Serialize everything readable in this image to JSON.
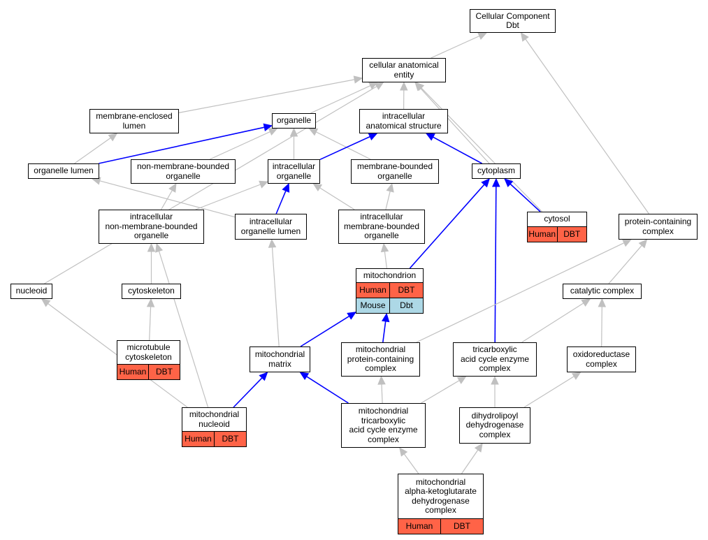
{
  "graph": {
    "nodes": [
      {
        "id": "cc",
        "label": "Cellular Component\nDbt"
      },
      {
        "id": "cae",
        "label": "cellular anatomical\nentity"
      },
      {
        "id": "mel",
        "label": "membrane-enclosed\nlumen"
      },
      {
        "id": "org",
        "label": "organelle"
      },
      {
        "id": "ias",
        "label": "intracellular\nanatomical structure"
      },
      {
        "id": "orgl",
        "label": "organelle lumen"
      },
      {
        "id": "nmbo",
        "label": "non-membrane-bounded\norganelle"
      },
      {
        "id": "io",
        "label": "intracellular\norganelle"
      },
      {
        "id": "mbo",
        "label": "membrane-bounded\norganelle"
      },
      {
        "id": "cyto",
        "label": "cytoplasm"
      },
      {
        "id": "inmbo",
        "label": "intracellular\nnon-membrane-bounded\norganelle"
      },
      {
        "id": "iol",
        "label": "intracellular\norganelle lumen"
      },
      {
        "id": "imbo",
        "label": "intracellular\nmembrane-bounded\norganelle"
      },
      {
        "id": "cytosol",
        "label": "cytosol",
        "rows": [
          {
            "species": "Human",
            "gene": "DBT",
            "kind": "human"
          }
        ]
      },
      {
        "id": "pcc",
        "label": "protein-containing\ncomplex"
      },
      {
        "id": "nucleoid",
        "label": "nucleoid"
      },
      {
        "id": "cytosk",
        "label": "cytoskeleton"
      },
      {
        "id": "mito",
        "label": "mitochondrion",
        "rows": [
          {
            "species": "Human",
            "gene": "DBT",
            "kind": "human"
          },
          {
            "species": "Mouse",
            "gene": "Dbt",
            "kind": "mouse"
          }
        ]
      },
      {
        "id": "catc",
        "label": "catalytic complex"
      },
      {
        "id": "mtc",
        "label": "microtubule\ncytoskeleton",
        "rows": [
          {
            "species": "Human",
            "gene": "DBT",
            "kind": "human"
          }
        ]
      },
      {
        "id": "mmat",
        "label": "mitochondrial\nmatrix"
      },
      {
        "id": "mpcc",
        "label": "mitochondrial\nprotein-containing\ncomplex"
      },
      {
        "id": "tcac",
        "label": "tricarboxylic\nacid cycle enzyme\ncomplex"
      },
      {
        "id": "oxc",
        "label": "oxidoreductase\ncomplex"
      },
      {
        "id": "mnuc",
        "label": "mitochondrial\nnucleoid",
        "rows": [
          {
            "species": "Human",
            "gene": "DBT",
            "kind": "human"
          }
        ]
      },
      {
        "id": "mtcac",
        "label": "mitochondrial\ntricarboxylic\nacid cycle enzyme\ncomplex"
      },
      {
        "id": "dhdc",
        "label": "dihydrolipoyl\ndehydrogenase\ncomplex"
      },
      {
        "id": "makgd",
        "label": "mitochondrial\nalpha-ketoglutarate\ndehydrogenase\ncomplex",
        "rows": [
          {
            "species": "Human",
            "gene": "DBT",
            "kind": "human"
          }
        ]
      }
    ],
    "edges": [
      {
        "from": "cae",
        "to": "cc",
        "kind": "is_a"
      },
      {
        "from": "pcc",
        "to": "cc",
        "kind": "is_a"
      },
      {
        "from": "mel",
        "to": "cae",
        "kind": "is_a"
      },
      {
        "from": "org",
        "to": "cae",
        "kind": "is_a"
      },
      {
        "from": "ias",
        "to": "cae",
        "kind": "is_a"
      },
      {
        "from": "cyto",
        "to": "cae",
        "kind": "is_a"
      },
      {
        "from": "cytosol",
        "to": "cae",
        "kind": "is_a"
      },
      {
        "from": "nucleoid",
        "to": "cae",
        "kind": "is_a"
      },
      {
        "from": "orgl",
        "to": "mel",
        "kind": "is_a"
      },
      {
        "from": "orgl",
        "to": "org",
        "kind": "part_of"
      },
      {
        "from": "nmbo",
        "to": "org",
        "kind": "is_a"
      },
      {
        "from": "io",
        "to": "org",
        "kind": "is_a"
      },
      {
        "from": "mbo",
        "to": "org",
        "kind": "is_a"
      },
      {
        "from": "io",
        "to": "ias",
        "kind": "part_of"
      },
      {
        "from": "cyto",
        "to": "ias",
        "kind": "part_of"
      },
      {
        "from": "inmbo",
        "to": "nmbo",
        "kind": "is_a"
      },
      {
        "from": "inmbo",
        "to": "io",
        "kind": "is_a"
      },
      {
        "from": "iol",
        "to": "orgl",
        "kind": "is_a"
      },
      {
        "from": "iol",
        "to": "io",
        "kind": "part_of"
      },
      {
        "from": "imbo",
        "to": "io",
        "kind": "is_a"
      },
      {
        "from": "imbo",
        "to": "mbo",
        "kind": "is_a"
      },
      {
        "from": "cytosol",
        "to": "cyto",
        "kind": "part_of"
      },
      {
        "from": "mito",
        "to": "cyto",
        "kind": "part_of"
      },
      {
        "from": "tcac",
        "to": "cyto",
        "kind": "part_of"
      },
      {
        "from": "mito",
        "to": "imbo",
        "kind": "is_a"
      },
      {
        "from": "cytosk",
        "to": "inmbo",
        "kind": "is_a"
      },
      {
        "from": "mnuc",
        "to": "inmbo",
        "kind": "is_a"
      },
      {
        "from": "mmat",
        "to": "iol",
        "kind": "is_a"
      },
      {
        "from": "mnuc",
        "to": "nucleoid",
        "kind": "is_a"
      },
      {
        "from": "mtc",
        "to": "cytosk",
        "kind": "is_a"
      },
      {
        "from": "mmat",
        "to": "mito",
        "kind": "part_of"
      },
      {
        "from": "mpcc",
        "to": "mito",
        "kind": "part_of"
      },
      {
        "from": "mpcc",
        "to": "pcc",
        "kind": "is_a"
      },
      {
        "from": "catc",
        "to": "pcc",
        "kind": "is_a"
      },
      {
        "from": "tcac",
        "to": "catc",
        "kind": "is_a"
      },
      {
        "from": "oxc",
        "to": "catc",
        "kind": "is_a"
      },
      {
        "from": "mnuc",
        "to": "mmat",
        "kind": "part_of"
      },
      {
        "from": "mtcac",
        "to": "mmat",
        "kind": "part_of"
      },
      {
        "from": "mtcac",
        "to": "mpcc",
        "kind": "is_a"
      },
      {
        "from": "mtcac",
        "to": "tcac",
        "kind": "is_a"
      },
      {
        "from": "dhdc",
        "to": "tcac",
        "kind": "is_a"
      },
      {
        "from": "dhdc",
        "to": "oxc",
        "kind": "is_a"
      },
      {
        "from": "makgd",
        "to": "mtcac",
        "kind": "is_a"
      },
      {
        "from": "makgd",
        "to": "dhdc",
        "kind": "is_a"
      }
    ],
    "colors": {
      "is_a": "#c0c0c0",
      "part_of": "#0000ff",
      "human": "#ff6347",
      "mouse": "#add8e6"
    }
  }
}
